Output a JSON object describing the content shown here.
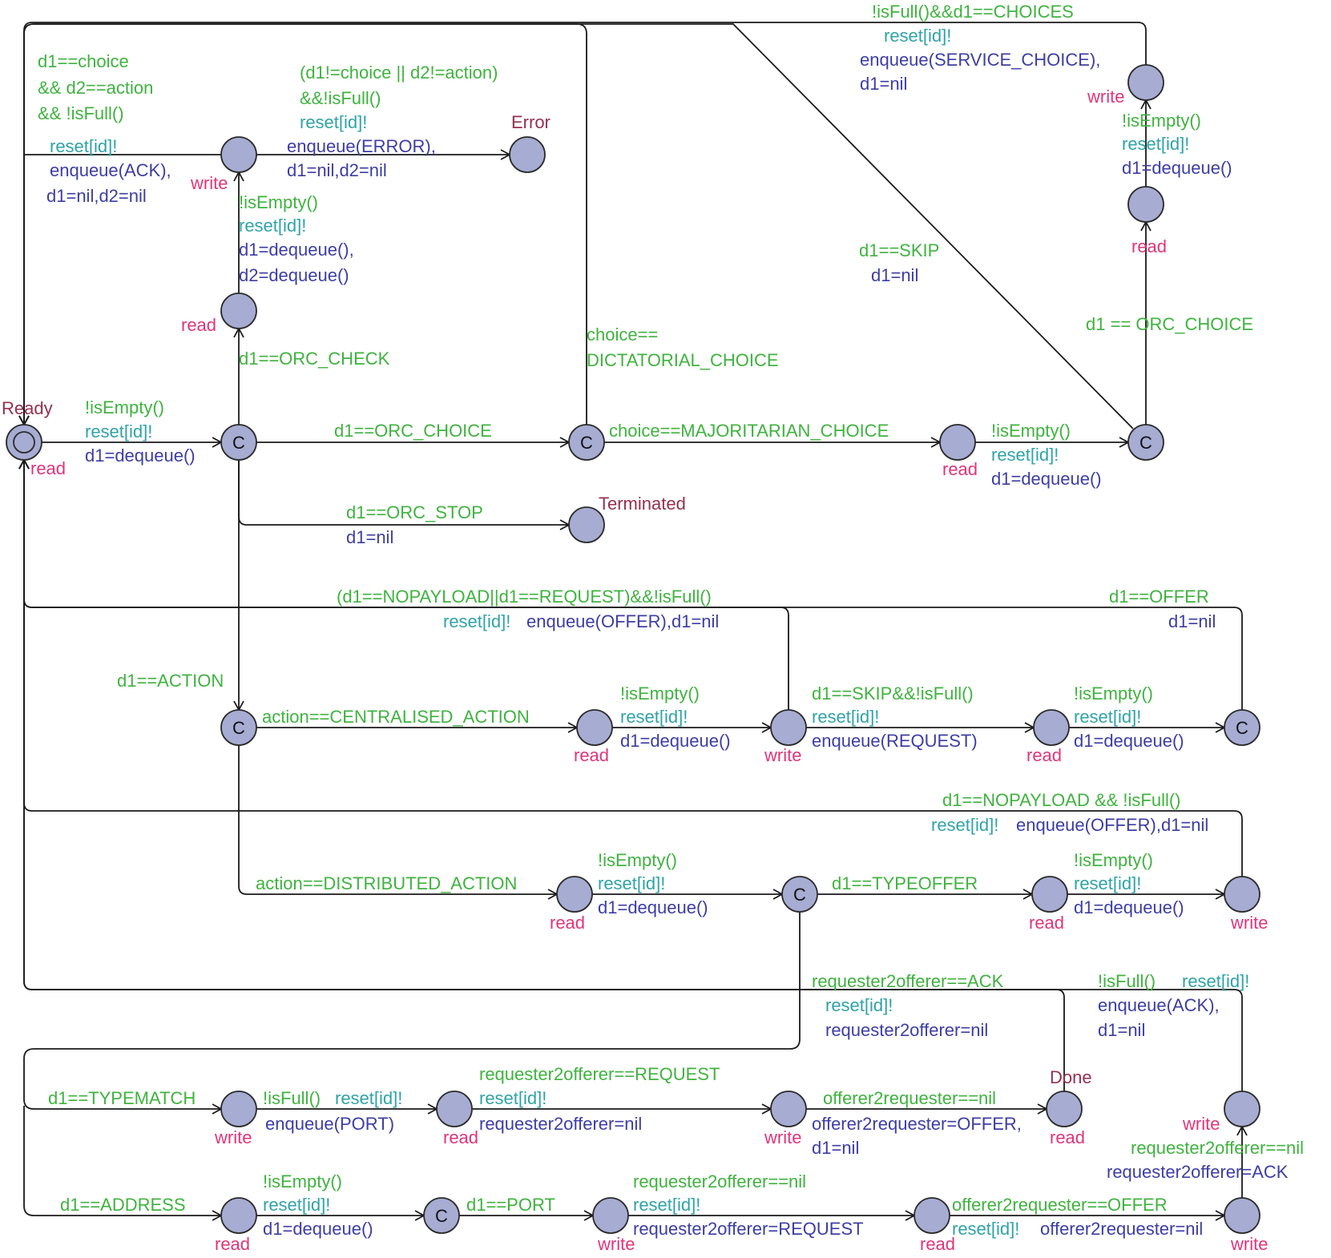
{
  "colors": {
    "guard": "#3fb33f",
    "sync": "#2fa3a8",
    "update": "#3d3da6",
    "state_label": "#e0357a",
    "location_name": "#96304f",
    "state_fill": "#a7acd3"
  },
  "locations": [
    {
      "id": "ready",
      "name": "Ready",
      "sub": "read",
      "initial": true
    },
    {
      "id": "c1",
      "committed": true
    },
    {
      "id": "r1",
      "sub": "read"
    },
    {
      "id": "w1",
      "sub": "write"
    },
    {
      "id": "error",
      "name": "Error"
    },
    {
      "id": "c2",
      "committed": true
    },
    {
      "id": "term",
      "name": "Terminated"
    },
    {
      "id": "r2",
      "sub": "read"
    },
    {
      "id": "c3",
      "committed": true
    },
    {
      "id": "r3",
      "sub": "read"
    },
    {
      "id": "w2",
      "sub": "write"
    },
    {
      "id": "c4",
      "committed": true
    },
    {
      "id": "r4",
      "sub": "read"
    },
    {
      "id": "w3",
      "sub": "write"
    },
    {
      "id": "r5",
      "sub": "read"
    },
    {
      "id": "c5",
      "committed": true
    },
    {
      "id": "c6",
      "committed": true
    },
    {
      "id": "r6",
      "sub": "read"
    },
    {
      "id": "c7",
      "committed": true
    },
    {
      "id": "r7",
      "sub": "read"
    },
    {
      "id": "w4",
      "sub": "write"
    },
    {
      "id": "w5",
      "sub": "write"
    },
    {
      "id": "r8",
      "sub": "read"
    },
    {
      "id": "w6",
      "sub": "write"
    },
    {
      "id": "done",
      "name": "Done",
      "sub": "read"
    },
    {
      "id": "w7",
      "sub": "write"
    },
    {
      "id": "r9",
      "sub": "read"
    },
    {
      "id": "c8",
      "committed": true
    },
    {
      "id": "w8",
      "sub": "write"
    },
    {
      "id": "r10",
      "sub": "read"
    },
    {
      "id": "w9",
      "sub": "write"
    }
  ],
  "edges": [
    {
      "id": "e_ready_c1",
      "labels": [
        {
          "text": "!isEmpty()",
          "kind": "guard"
        },
        {
          "text": "reset[id]!",
          "kind": "sync"
        },
        {
          "text": "d1=dequeue()",
          "kind": "update"
        }
      ]
    },
    {
      "id": "e_c1_r1",
      "labels": [
        {
          "text": "d1==ORC_CHECK",
          "kind": "guard"
        }
      ]
    },
    {
      "id": "e_r1_w1",
      "labels": [
        {
          "text": "!isEmpty()",
          "kind": "guard"
        },
        {
          "text": "reset[id]!",
          "kind": "sync"
        },
        {
          "text": "d1=dequeue(),",
          "kind": "update"
        },
        {
          "text": "d2=dequeue()",
          "kind": "update"
        }
      ]
    },
    {
      "id": "e_w1_error",
      "labels": [
        {
          "text": "(d1!=choice || d2!=action)",
          "kind": "guard"
        },
        {
          "text": "&&!isFull()",
          "kind": "guard"
        },
        {
          "text": "reset[id]!",
          "kind": "sync"
        },
        {
          "text": "enqueue(ERROR),",
          "kind": "update"
        },
        {
          "text": "d1=nil,d2=nil",
          "kind": "update"
        }
      ]
    },
    {
      "id": "e_w1_ready",
      "labels": [
        {
          "text": "d1==choice",
          "kind": "guard"
        },
        {
          "text": "&& d2==action",
          "kind": "guard"
        },
        {
          "text": "&& !isFull()",
          "kind": "guard"
        },
        {
          "text": "reset[id]!",
          "kind": "sync"
        },
        {
          "text": "enqueue(ACK),",
          "kind": "update"
        },
        {
          "text": "d1=nil,d2=nil",
          "kind": "update"
        }
      ]
    },
    {
      "id": "e_c1_c2",
      "labels": [
        {
          "text": "d1==ORC_CHOICE",
          "kind": "guard"
        }
      ]
    },
    {
      "id": "e_c2_ready",
      "labels": [
        {
          "text": "choice==",
          "kind": "guard"
        },
        {
          "text": "DICTATORIAL_CHOICE",
          "kind": "guard"
        }
      ]
    },
    {
      "id": "e_c2_r2",
      "labels": [
        {
          "text": "choice==MAJORITARIAN_CHOICE",
          "kind": "guard"
        }
      ]
    },
    {
      "id": "e_r2_c3",
      "labels": [
        {
          "text": "!isEmpty()",
          "kind": "guard"
        },
        {
          "text": "reset[id]!",
          "kind": "sync"
        },
        {
          "text": "d1=dequeue()",
          "kind": "update"
        }
      ]
    },
    {
      "id": "e_c3_ready",
      "labels": [
        {
          "text": "d1==SKIP",
          "kind": "guard"
        },
        {
          "text": "d1=nil",
          "kind": "update"
        }
      ]
    },
    {
      "id": "e_c3_r3",
      "labels": [
        {
          "text": "d1 == ORC_CHOICE",
          "kind": "guard"
        }
      ]
    },
    {
      "id": "e_r3_w2",
      "labels": [
        {
          "text": "!isEmpty()",
          "kind": "guard"
        },
        {
          "text": "reset[id]!",
          "kind": "sync"
        },
        {
          "text": "d1=dequeue()",
          "kind": "update"
        }
      ]
    },
    {
      "id": "e_w2_ready",
      "labels": [
        {
          "text": "!isFull()&&d1==CHOICES",
          "kind": "guard"
        },
        {
          "text": "reset[id]!",
          "kind": "sync"
        },
        {
          "text": "enqueue(SERVICE_CHOICE),",
          "kind": "update"
        },
        {
          "text": "d1=nil",
          "kind": "update"
        }
      ]
    },
    {
      "id": "e_c1_term",
      "labels": [
        {
          "text": "d1==ORC_STOP",
          "kind": "guard"
        },
        {
          "text": "d1=nil",
          "kind": "update"
        }
      ]
    },
    {
      "id": "e_c1_c4",
      "labels": [
        {
          "text": "d1==ACTION",
          "kind": "guard"
        }
      ]
    },
    {
      "id": "e_w3_ready",
      "labels": [
        {
          "text": "(d1==NOPAYLOAD||d1==REQUEST)&&!isFull()",
          "kind": "guard"
        },
        {
          "text": "reset[id]!",
          "kind": "sync"
        },
        {
          "text": "enqueue(OFFER),d1=nil",
          "kind": "update"
        }
      ]
    },
    {
      "id": "e_c5_ready",
      "labels": [
        {
          "text": "d1==OFFER",
          "kind": "guard"
        },
        {
          "text": "d1=nil",
          "kind": "update"
        }
      ]
    },
    {
      "id": "e_c4_r4",
      "labels": [
        {
          "text": "action==CENTRALISED_ACTION",
          "kind": "guard"
        }
      ]
    },
    {
      "id": "e_r4_w3",
      "labels": [
        {
          "text": "!isEmpty()",
          "kind": "guard"
        },
        {
          "text": "reset[id]!",
          "kind": "sync"
        },
        {
          "text": "d1=dequeue()",
          "kind": "update"
        }
      ]
    },
    {
      "id": "e_w3_r5",
      "labels": [
        {
          "text": "d1==SKIP&&!isFull()",
          "kind": "guard"
        },
        {
          "text": "reset[id]!",
          "kind": "sync"
        },
        {
          "text": "enqueue(REQUEST)",
          "kind": "update"
        }
      ]
    },
    {
      "id": "e_r5_c5",
      "labels": [
        {
          "text": "!isEmpty()",
          "kind": "guard"
        },
        {
          "text": "reset[id]!",
          "kind": "sync"
        },
        {
          "text": "d1=dequeue()",
          "kind": "update"
        }
      ]
    },
    {
      "id": "e_w4_ready",
      "labels": [
        {
          "text": "d1==NOPAYLOAD && !isFull()",
          "kind": "guard"
        },
        {
          "text": "reset[id]!",
          "kind": "sync"
        },
        {
          "text": "enqueue(OFFER),d1=nil",
          "kind": "update"
        }
      ]
    },
    {
      "id": "e_c4_r6",
      "labels": [
        {
          "text": "action==DISTRIBUTED_ACTION",
          "kind": "guard"
        }
      ]
    },
    {
      "id": "e_r6_c7",
      "labels": [
        {
          "text": "!isEmpty()",
          "kind": "guard"
        },
        {
          "text": "reset[id]!",
          "kind": "sync"
        },
        {
          "text": "d1=dequeue()",
          "kind": "update"
        }
      ]
    },
    {
      "id": "e_c7_r7",
      "labels": [
        {
          "text": "d1==TYPEOFFER",
          "kind": "guard"
        }
      ]
    },
    {
      "id": "e_r7_w4",
      "labels": [
        {
          "text": "!isEmpty()",
          "kind": "guard"
        },
        {
          "text": "reset[id]!",
          "kind": "sync"
        },
        {
          "text": "d1=dequeue()",
          "kind": "update"
        }
      ]
    },
    {
      "id": "e_done_ready",
      "labels": [
        {
          "text": "requester2offerer==ACK",
          "kind": "guard"
        },
        {
          "text": "reset[id]!",
          "kind": "sync"
        },
        {
          "text": "requester2offerer=nil",
          "kind": "update"
        }
      ]
    },
    {
      "id": "e_w7_ready",
      "labels": [
        {
          "text": "!isFull()",
          "kind": "guard"
        },
        {
          "text": "reset[id]!",
          "kind": "sync"
        },
        {
          "text": "enqueue(ACK),",
          "kind": "update"
        },
        {
          "text": "d1=nil",
          "kind": "update"
        }
      ]
    },
    {
      "id": "e_c7_w5",
      "labels": [
        {
          "text": "d1==TYPEMATCH",
          "kind": "guard"
        }
      ]
    },
    {
      "id": "e_w5_r8",
      "labels": [
        {
          "text": "!isFull()",
          "kind": "guard"
        },
        {
          "text": "reset[id]!",
          "kind": "sync"
        },
        {
          "text": "enqueue(PORT)",
          "kind": "update"
        }
      ]
    },
    {
      "id": "e_r8_w6",
      "labels": [
        {
          "text": "requester2offerer==REQUEST",
          "kind": "guard"
        },
        {
          "text": "reset[id]!",
          "kind": "sync"
        },
        {
          "text": "requester2offerer=nil",
          "kind": "update"
        }
      ]
    },
    {
      "id": "e_w6_done",
      "labels": [
        {
          "text": "offerer2requester==nil",
          "kind": "guard"
        },
        {
          "text": "offerer2requester=OFFER,",
          "kind": "update"
        },
        {
          "text": "d1=nil",
          "kind": "update"
        }
      ]
    },
    {
      "id": "e_c7_r9",
      "labels": [
        {
          "text": "d1==ADDRESS",
          "kind": "guard"
        }
      ]
    },
    {
      "id": "e_r9_c8",
      "labels": [
        {
          "text": "!isEmpty()",
          "kind": "guard"
        },
        {
          "text": "reset[id]!",
          "kind": "sync"
        },
        {
          "text": "d1=dequeue()",
          "kind": "update"
        }
      ]
    },
    {
      "id": "e_c8_w8",
      "labels": [
        {
          "text": "d1==PORT",
          "kind": "guard"
        }
      ]
    },
    {
      "id": "e_w8_r10",
      "labels": [
        {
          "text": "requester2offerer==nil",
          "kind": "guard"
        },
        {
          "text": "reset[id]!",
          "kind": "sync"
        },
        {
          "text": "requester2offerer=REQUEST",
          "kind": "update"
        }
      ]
    },
    {
      "id": "e_r10_w9",
      "labels": [
        {
          "text": "offerer2requester==OFFER",
          "kind": "guard"
        },
        {
          "text": "reset[id]!",
          "kind": "sync"
        },
        {
          "text": "offerer2requester=nil",
          "kind": "update"
        }
      ]
    },
    {
      "id": "e_w9_w7",
      "labels": [
        {
          "text": "requester2offerer==nil",
          "kind": "guard"
        },
        {
          "text": "requester2offerer=ACK",
          "kind": "update"
        }
      ]
    }
  ]
}
